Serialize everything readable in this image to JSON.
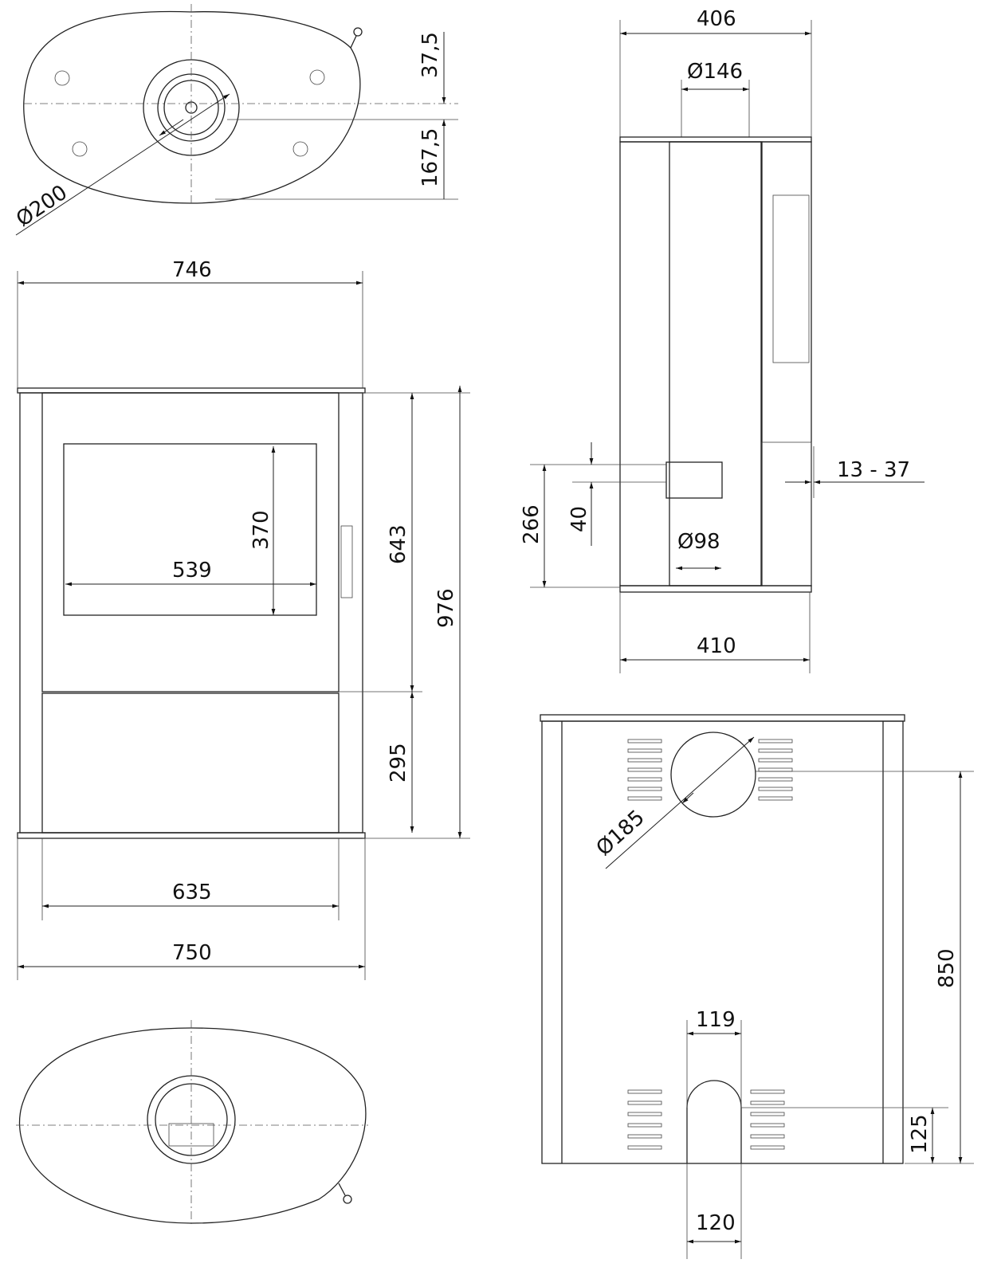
{
  "dimensions": {
    "top_view": {
      "d200": "Ø200",
      "d37_5": "37,5",
      "d167_5": "167,5"
    },
    "front_view": {
      "width_top": "746",
      "glass_height": "370",
      "glass_width": "539",
      "door_height": "643",
      "total_height": "976",
      "lower_height": "295",
      "inner_width": "635",
      "total_width": "750"
    },
    "side_view": {
      "depth_top": "406",
      "flue_top": "Ø146",
      "air_height": "266",
      "air_offset": "40",
      "air_inlet": "Ø98",
      "depth_base": "410",
      "wall_gap": "13 - 37"
    },
    "back_view": {
      "flue_back": "Ø185",
      "flue_height": "850",
      "inlet_width": "119",
      "inlet_height": "125",
      "inlet_bottom": "120"
    }
  }
}
